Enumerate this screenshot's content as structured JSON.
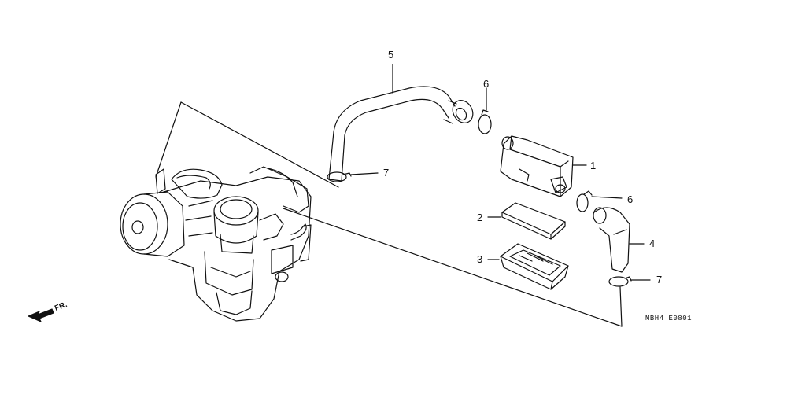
{
  "diagram": {
    "callouts": [
      {
        "id": "1",
        "label": "1"
      },
      {
        "id": "2",
        "label": "2"
      },
      {
        "id": "3",
        "label": "3"
      },
      {
        "id": "4",
        "label": "4"
      },
      {
        "id": "5",
        "label": "5"
      },
      {
        "id": "6a",
        "label": "6"
      },
      {
        "id": "6b",
        "label": "6"
      },
      {
        "id": "7a",
        "label": "7"
      },
      {
        "id": "7b",
        "label": "7"
      }
    ],
    "direction_marker": "FR.",
    "drawing_code": "MBH4  E0801",
    "line_color": "#111111"
  }
}
